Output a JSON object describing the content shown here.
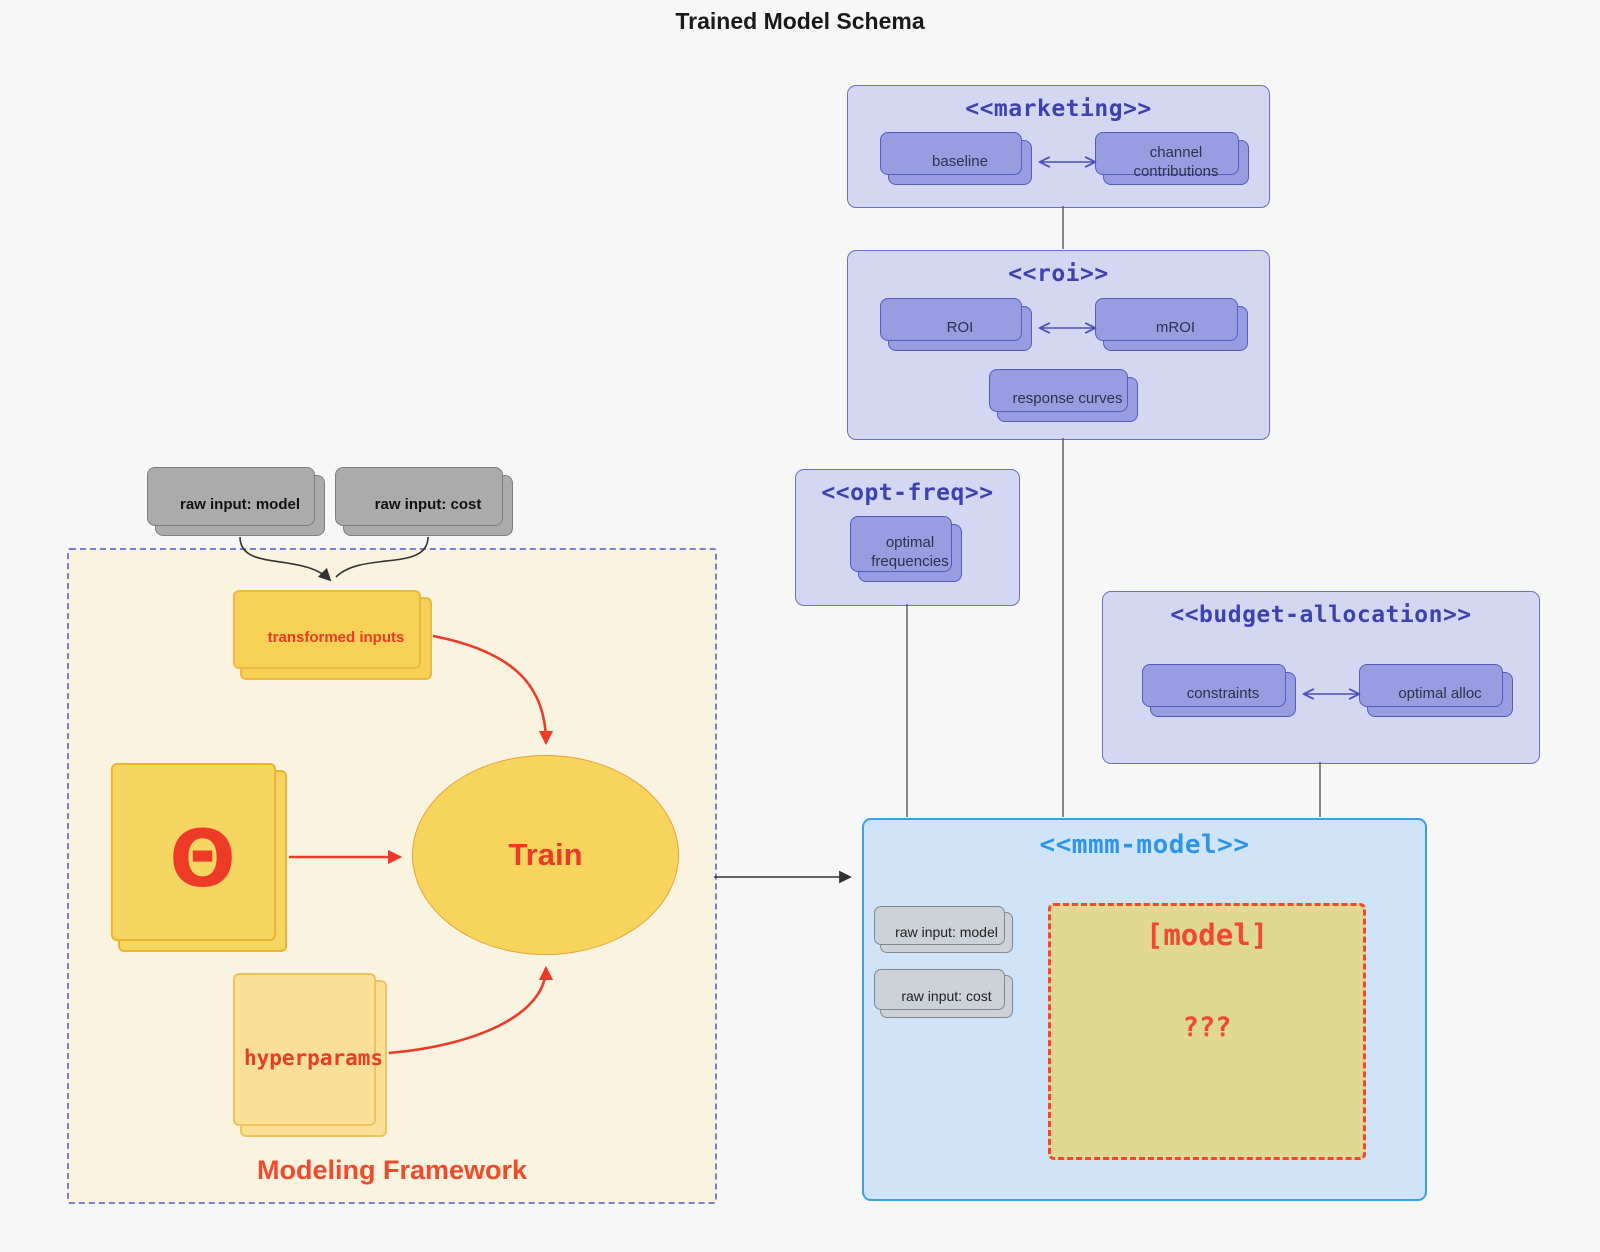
{
  "diagram": {
    "title": "Trained Model Schema"
  },
  "clusters": {
    "marketing": {
      "title": "<<marketing>>",
      "baseline": "baseline",
      "channel_contributions": "channel contributions"
    },
    "roi": {
      "title": "<<roi>>",
      "roi": "ROI",
      "mroi": "mROI",
      "response_curves": "response curves"
    },
    "opt_freq": {
      "title": "<<opt-freq>>",
      "optimal_frequencies": "optimal frequencies"
    },
    "budget_allocation": {
      "title": "<<budget-allocation>>",
      "constraints": "constraints",
      "optimal_alloc": "optimal alloc"
    },
    "mmm_model": {
      "title": "<<mmm-model>>",
      "raw_input_model": "raw input: model",
      "raw_input_cost": "raw input: cost",
      "model_box_title": "[model]",
      "model_box_placeholder": "???"
    },
    "modeling_framework": {
      "label": "Modeling Framework",
      "raw_input_model": "raw input: model",
      "raw_input_cost": "raw input: cost",
      "transformed_inputs": "transformed inputs",
      "theta": "Θ",
      "train": "Train",
      "hyperparams": "hyperparams"
    }
  },
  "edges": [
    {
      "from": "raw input: model",
      "to": "transformed inputs",
      "style": "black-arrow"
    },
    {
      "from": "raw input: cost",
      "to": "transformed inputs",
      "style": "black-arrow"
    },
    {
      "from": "transformed inputs",
      "to": "Train",
      "style": "red-arrow"
    },
    {
      "from": "Θ",
      "to": "Train",
      "style": "red-arrow"
    },
    {
      "from": "hyperparams",
      "to": "Train",
      "style": "red-arrow"
    },
    {
      "from": "Modeling Framework",
      "to": "<<mmm-model>>",
      "style": "black-arrow"
    },
    {
      "from": "baseline",
      "to": "channel contributions",
      "style": "double-arrow"
    },
    {
      "from": "ROI",
      "to": "mROI",
      "style": "double-arrow"
    },
    {
      "from": "constraints",
      "to": "optimal alloc",
      "style": "double-arrow"
    },
    {
      "from": "<<marketing>>",
      "to": "<<roi>>",
      "style": "line"
    },
    {
      "from": "<<roi>>",
      "to": "<<mmm-model>>",
      "style": "line"
    },
    {
      "from": "<<opt-freq>>",
      "to": "<<mmm-model>>",
      "style": "line"
    },
    {
      "from": "<<budget-allocation>>",
      "to": "<<mmm-model>>",
      "style": "line"
    }
  ],
  "colors": {
    "background": "#f7f7f8",
    "cluster_purple_fill": "#d4d7f1",
    "cluster_purple_border": "#6a6fc9",
    "cluster_purple_title": "#3d41b2",
    "node_purple_fill": "#979de0",
    "node_purple_border": "#545cc0",
    "mmm_fill": "#cfe4f8",
    "mmm_border": "#3a9fe8",
    "mmm_title": "#2e96e8",
    "framework_fill": "#faf3df",
    "framework_border": "#7a7ed8",
    "framework_label": "#f04b2a",
    "yellow_node_fill": "#f7d154",
    "yellow_node_border": "#eeb844",
    "light_yellow_fill": "#f9e096",
    "khaki_model_fill": "#e0d893",
    "gray_node_fill": "#ababab",
    "light_gray_node_fill": "#ccd2d8",
    "red_accent": "#ee3b28",
    "dark_line": "#444444",
    "purple_line": "#4a4fb8"
  }
}
